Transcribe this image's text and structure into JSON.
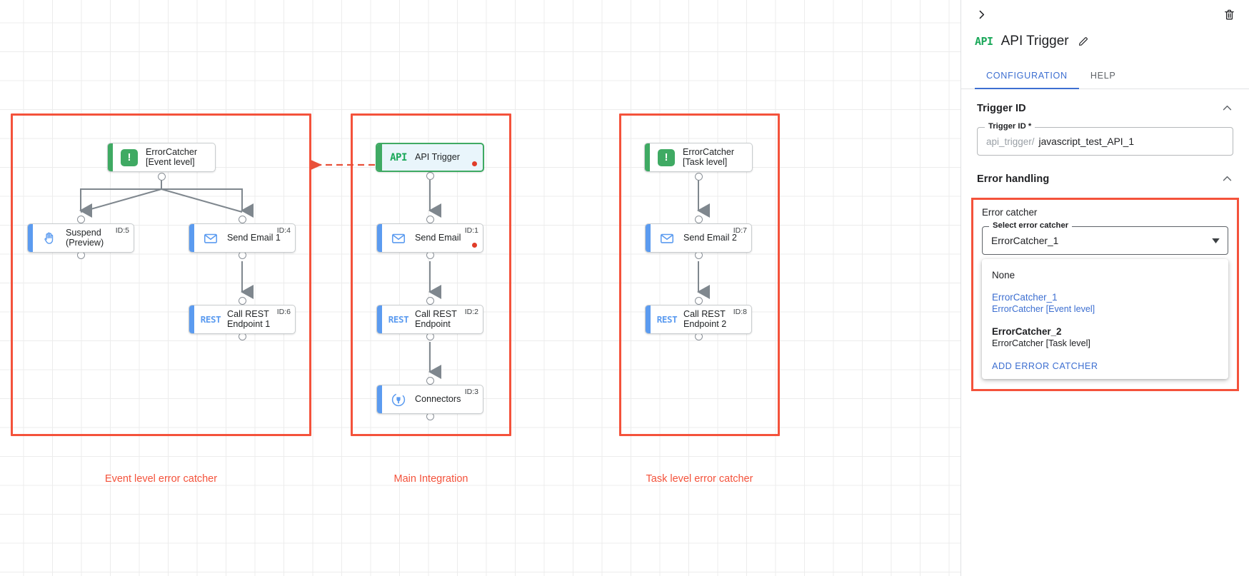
{
  "canvas": {
    "groups": [
      {
        "id": "event-level",
        "label": "Event level error catcher"
      },
      {
        "id": "main-integration",
        "label": "Main Integration"
      },
      {
        "id": "task-level",
        "label": "Task level error catcher"
      }
    ],
    "nodes": [
      {
        "key": "errorcatcher_event",
        "title": "ErrorCatcher\n[Event level]",
        "icon": "error-catcher-icon",
        "id_tag": "",
        "accent": "green",
        "selected": false,
        "error_dot": false
      },
      {
        "key": "suspend",
        "title": "Suspend\n(Preview)",
        "icon": "hand-icon",
        "id_tag": "ID:5",
        "accent": "blue",
        "selected": false,
        "error_dot": false
      },
      {
        "key": "send_email_1",
        "title": "Send Email 1",
        "icon": "envelope-icon",
        "id_tag": "ID:4",
        "accent": "blue",
        "selected": false,
        "error_dot": false
      },
      {
        "key": "call_rest_endpoint_1",
        "title": "Call REST\nEndpoint 1",
        "icon": "rest-icon",
        "id_tag": "ID:6",
        "accent": "blue",
        "selected": false,
        "error_dot": false
      },
      {
        "key": "api_trigger",
        "title": "API Trigger",
        "icon": "api-icon",
        "id_tag": "",
        "accent": "green",
        "selected": true,
        "error_dot": true
      },
      {
        "key": "send_email",
        "title": "Send Email",
        "icon": "envelope-icon",
        "id_tag": "ID:1",
        "accent": "blue",
        "selected": false,
        "error_dot": true
      },
      {
        "key": "call_rest_endpoint",
        "title": "Call REST\nEndpoint",
        "icon": "rest-icon",
        "id_tag": "ID:2",
        "accent": "blue",
        "selected": false,
        "error_dot": false
      },
      {
        "key": "connectors",
        "title": "Connectors",
        "icon": "connectors-icon",
        "id_tag": "ID:3",
        "accent": "blue",
        "selected": false,
        "error_dot": false
      },
      {
        "key": "errorcatcher_task",
        "title": "ErrorCatcher\n[Task level]",
        "icon": "error-catcher-icon",
        "id_tag": "",
        "accent": "green",
        "selected": false,
        "error_dot": false
      },
      {
        "key": "send_email_2",
        "title": "Send Email 2",
        "icon": "envelope-icon",
        "id_tag": "ID:7",
        "accent": "blue",
        "selected": false,
        "error_dot": false
      },
      {
        "key": "call_rest_endpoint_2",
        "title": "Call REST\nEndpoint 2",
        "icon": "rest-icon",
        "id_tag": "ID:8",
        "accent": "blue",
        "selected": false,
        "error_dot": false
      }
    ],
    "icon_glyphs": {
      "api": "API",
      "rest": "REST",
      "error_catcher": "!"
    },
    "colors": {
      "group_outline": "#f4523b",
      "accent_blue": "#5b9bf0",
      "accent_green": "#3faa63",
      "error_dot": "#e03c28",
      "edge": "#7f878e"
    }
  },
  "panel": {
    "collapse_tooltip": "",
    "title": "API Trigger",
    "title_icon": "API",
    "tabs": [
      {
        "key": "configuration",
        "label": "CONFIGURATION",
        "active": true
      },
      {
        "key": "help",
        "label": "HELP",
        "active": false
      }
    ],
    "trigger_id_section": {
      "heading": "Trigger ID",
      "field_label": "Trigger ID *",
      "prefix": "api_trigger/",
      "value": "javascript_test_API_1"
    },
    "error_handling_section": {
      "heading": "Error handling",
      "error_catcher_caption": "Error catcher",
      "select_label": "Select error catcher",
      "select_value": "ErrorCatcher_1",
      "options": [
        {
          "key": "none",
          "primary": "None",
          "secondary": "",
          "style": "none"
        },
        {
          "key": "errorcatcher_1",
          "primary": "ErrorCatcher_1",
          "secondary": "ErrorCatcher [Event level]",
          "style": "selected"
        },
        {
          "key": "errorcatcher_2",
          "primary": "ErrorCatcher_2",
          "secondary": "ErrorCatcher [Task level]",
          "style": "plain"
        }
      ],
      "add_action": "ADD ERROR CATCHER"
    },
    "accent_color": "#3d6fd1",
    "highlight_color": "#f4523b"
  }
}
